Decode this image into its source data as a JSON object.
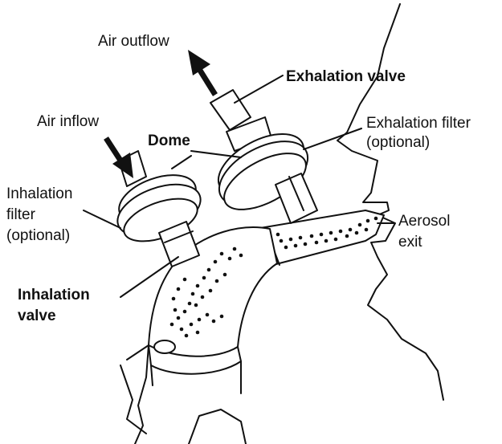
{
  "labels": {
    "air_outflow": "Air outflow",
    "exhalation_valve": "Exhalation valve",
    "air_inflow": "Air inflow",
    "dome": "Dome",
    "exhalation_filter_1": "Exhalation filter",
    "exhalation_filter_2": "(optional)",
    "inhalation_filter_1": "Inhalation",
    "inhalation_filter_2": "filter",
    "inhalation_filter_3": "(optional)",
    "aerosol_1": "Aerosol",
    "aerosol_2": "exit",
    "inhalation_valve_1": "Inhalation",
    "inhalation_valve_2": "valve"
  },
  "colors": {
    "line": "#111111",
    "fill": "#ffffff"
  },
  "icons": [
    "outflow-arrow-icon",
    "inflow-arrow-icon"
  ]
}
